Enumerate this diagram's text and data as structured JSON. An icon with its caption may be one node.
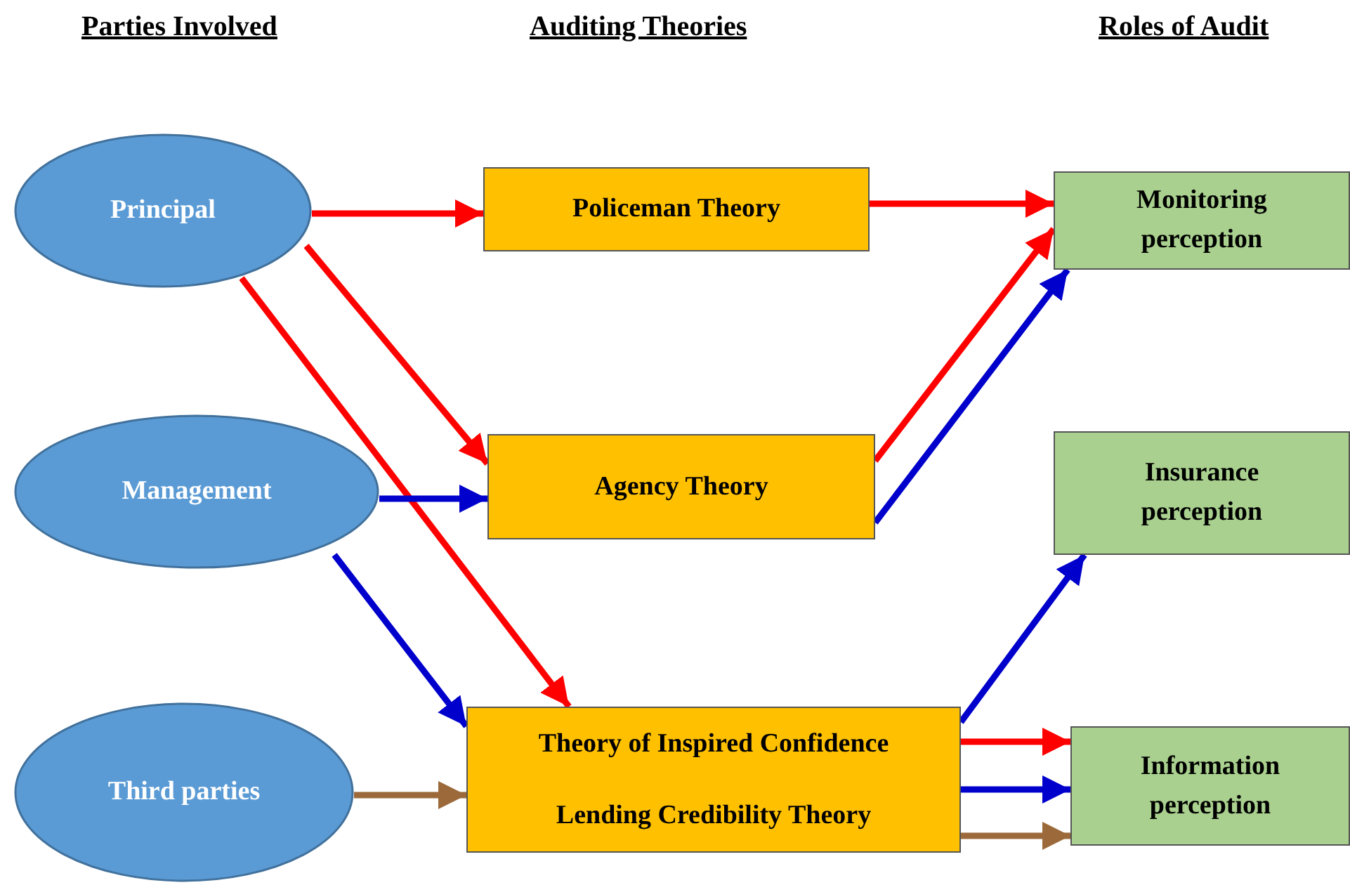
{
  "diagram": {
    "nodes": [
      {
        "text": [
          "Principal"
        ]
      },
      {
        "text": [
          "Management"
        ]
      },
      {
        "text": [
          "Third parties"
        ]
      },
      {
        "text": [
          "Policeman Theory"
        ]
      },
      {
        "text": [
          "Agency Theory"
        ]
      },
      {
        "text": [
          "Theory of Inspired Confidence",
          "Lending Credibility Theory"
        ]
      },
      {
        "text": [
          "Monitoring perception"
        ]
      },
      {
        "text": [
          "Insurance perception"
        ]
      },
      {
        "text": [
          "Information perception"
        ]
      }
    ],
    "edges": [
      {
        "from": 0,
        "to": 3,
        "arrow": "to"
      },
      {
        "from": 0,
        "to": 4,
        "arrow": "to"
      },
      {
        "from": 0,
        "to": 5,
        "arrow": "to"
      },
      {
        "from": 1,
        "to": 4,
        "arrow": "to",
        "color": "#0000cc"
      },
      {
        "from": 1,
        "to": 5,
        "arrow": "to",
        "color": "#0000cc"
      },
      {
        "from": 2,
        "to": 5,
        "arrow": "to",
        "color": "#9c6a3a"
      },
      {
        "from": 3,
        "to": 6,
        "arrow": "to"
      },
      {
        "from": 4,
        "to": 6,
        "arrow": "to"
      },
      {
        "from": 4,
        "to": 6,
        "arrow": "to",
        "color": "#0000cc"
      },
      {
        "from": 5,
        "to": 7,
        "arrow": "to",
        "color": "#0000cc"
      },
      {
        "from": 5,
        "to": 8,
        "arrow": "to"
      },
      {
        "from": 5,
        "to": 8,
        "arrow": "to",
        "color": "#0000cc"
      },
      {
        "from": 5,
        "to": 8,
        "arrow": "to",
        "color": "#9c6a3a"
      }
    ],
    "labels": [
      "Parties Involved",
      "Auditing Theories",
      "Roles of Audit"
    ]
  }
}
